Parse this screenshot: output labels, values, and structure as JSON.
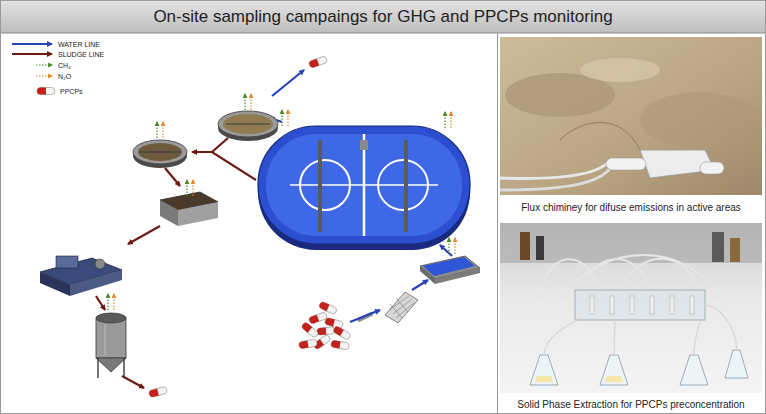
{
  "diagram": {
    "title": "On-site sampling campaings for GHG and PPCPs monitoring",
    "labels": [
      "Flux chiminey for difuse emissions in active areas",
      "Solid Phase Extraction for PPCPs preconcentration"
    ],
    "legend": [
      {
        "text": "WATER LINE"
      },
      {
        "text": "SLUDGE LINE"
      },
      {
        "text": "CH₄"
      },
      {
        "text": "N₂O"
      },
      {
        "text": "PPCPs"
      }
    ]
  }
}
